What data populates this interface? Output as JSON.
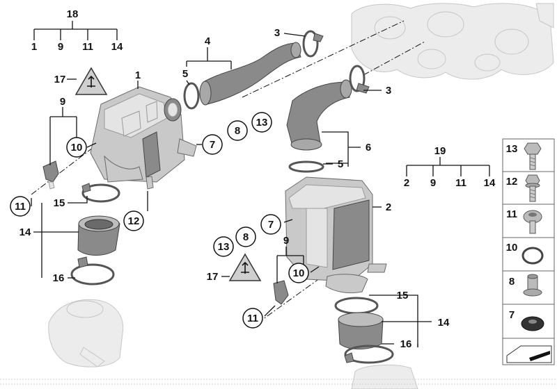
{
  "callouts": {
    "c1": "1",
    "c2": "2",
    "c3a": "3",
    "c3b": "3",
    "c4": "4",
    "c5a": "5",
    "c5b": "5",
    "c6": "6",
    "c7a": "7",
    "c7b": "7",
    "c8a": "8",
    "c8b": "8",
    "c9a": "9",
    "c9b": "9",
    "c10a": "10",
    "c10b": "10",
    "c11a": "11",
    "c11b": "11",
    "c12": "12",
    "c13a": "13",
    "c13b": "13",
    "c14a": "14",
    "c14b": "14",
    "c15a": "15",
    "c15b": "15",
    "c16a": "16",
    "c16b": "16",
    "c17a": "17",
    "c17b": "17"
  },
  "kit18": {
    "label": "18",
    "items": [
      "1",
      "9",
      "11",
      "14"
    ]
  },
  "kit19": {
    "label": "19",
    "items": [
      "2",
      "9",
      "11",
      "14"
    ]
  },
  "legend": [
    "13",
    "12",
    "11",
    "10",
    "8",
    "7"
  ]
}
